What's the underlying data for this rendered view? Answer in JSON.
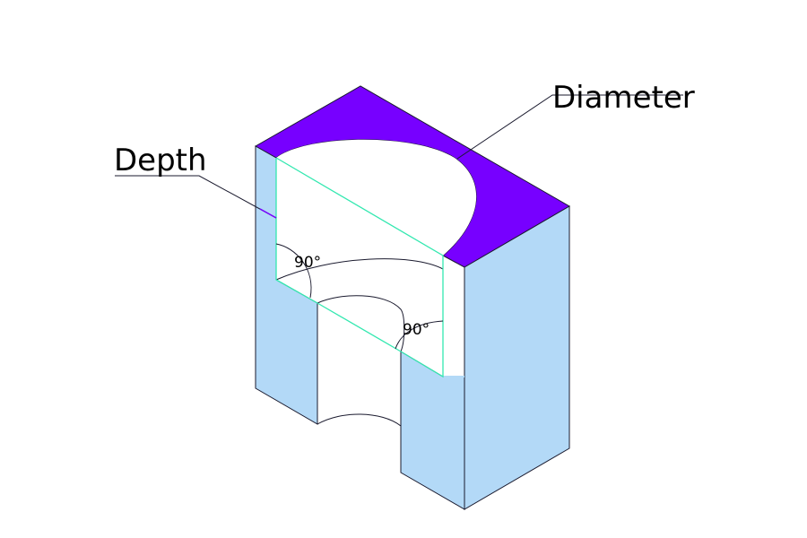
{
  "labels": {
    "diameter": "Diameter",
    "depth": "Depth",
    "angle_top": "90°",
    "angle_bottom": "90°"
  },
  "colors": {
    "top_face": "#7700ff",
    "side_face": "#b3d9f7",
    "section_line": "#33e8b0",
    "outline": "#1a1a2e",
    "background": "#ffffff"
  }
}
